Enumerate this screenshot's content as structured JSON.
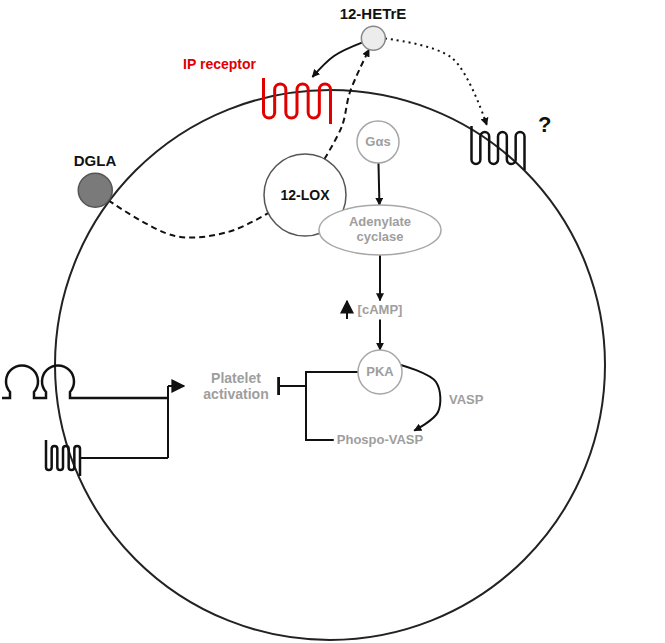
{
  "diagram": {
    "nodes": [
      {
        "text": [
          "12-HETrE"
        ]
      },
      {
        "text": [
          "DGLA"
        ]
      },
      {
        "text": [
          "12-LOX"
        ]
      },
      {
        "text": [
          "IP receptor"
        ]
      },
      {
        "text": [
          "?"
        ]
      },
      {
        "text": [
          "Gαs"
        ]
      },
      {
        "text": [
          "Adenylate cyclase"
        ]
      },
      {
        "text": [
          "[cAMP]"
        ]
      },
      {
        "text": [
          "PKA"
        ]
      },
      {
        "text": [
          "Phospo-VASP"
        ]
      },
      {
        "text": [
          "Platelet activation"
        ]
      }
    ],
    "edges": [
      {
        "from": 1,
        "to": 2,
        "arrow": "none"
      },
      {
        "from": 2,
        "to": 0,
        "arrow": "to"
      },
      {
        "from": 0,
        "to": 3,
        "arrow": "to"
      },
      {
        "from": 0,
        "to": 4,
        "arrow": "to"
      },
      {
        "from": 5,
        "to": 6,
        "arrow": "to"
      },
      {
        "from": 6,
        "to": 7,
        "arrow": "to"
      },
      {
        "from": 7,
        "to": 8,
        "arrow": "to"
      },
      {
        "from": 8,
        "to": 9,
        "label": "VASP",
        "arrow": "to"
      },
      {
        "from": 8,
        "to": 10,
        "arrow": "to"
      },
      {
        "from": 9,
        "to": 10,
        "arrow": "to"
      }
    ]
  }
}
